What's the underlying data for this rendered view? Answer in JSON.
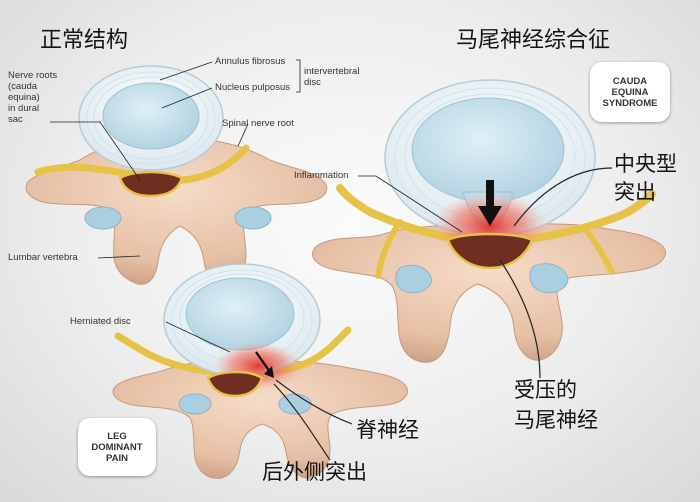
{
  "titles": {
    "normal": "正常结构",
    "cauda_equina": "马尾神经综合征"
  },
  "badges": {
    "cauda": "CAUDA\nEQUINA\nSYNDROME",
    "leg": "LEG\nDOMINANT\nPAIN"
  },
  "labels": {
    "nerve_roots": "Nerve roots\n(cauda\nequina)\nin dural\nsac",
    "annulus": "Annulus fibrosus",
    "nucleus": "Nucleus pulposus",
    "intervertebral": "intervertebral\ndisc",
    "spinal_nerve_root": "Spinal nerve root",
    "lumbar_vertebra": "Lumbar vertebra",
    "inflammation": "Inflammation",
    "herniated_disc": "Herniated disc"
  },
  "callouts": {
    "central": "中央型\n突出",
    "compressed_line1": "受压的",
    "compressed_line2": "马尾神经",
    "spinal_nerve": "脊神经",
    "posterolateral": "后外侧突出"
  },
  "colors": {
    "bone": "#ecc9b0",
    "bone_shadow": "#c69a80",
    "disc_ring": "#eaf3f8",
    "nucleus": "#c9e1ec",
    "nerve": "#e8c74a",
    "inflammation": "#e2453a",
    "leader": "#222222"
  }
}
